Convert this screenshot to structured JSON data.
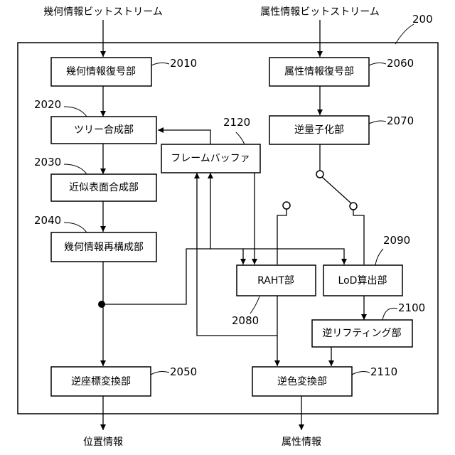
{
  "inputs": {
    "geometry_bitstream": "幾何情報ビットストリーム",
    "attribute_bitstream": "属性情報ビットストリーム"
  },
  "outputs": {
    "position_info": "位置情報",
    "attribute_info": "属性情報"
  },
  "device_ref": "200",
  "blocks": {
    "geometry_decoder": {
      "label": "幾何情報復号部",
      "ref": "2010"
    },
    "tree_synthesis": {
      "label": "ツリー合成部",
      "ref": "2020"
    },
    "approx_surface_synthesis": {
      "label": "近似表面合成部",
      "ref": "2030"
    },
    "geometry_reconstruction": {
      "label": "幾何情報再構成部",
      "ref": "2040"
    },
    "inverse_coord_transform": {
      "label": "逆座標変換部",
      "ref": "2050"
    },
    "attribute_decoder": {
      "label": "属性情報復号部",
      "ref": "2060"
    },
    "inverse_quantization": {
      "label": "逆量子化部",
      "ref": "2070"
    },
    "raht": {
      "label": "RAHT部",
      "ref": "2080"
    },
    "lod_calc": {
      "label": "LoD算出部",
      "ref": "2090"
    },
    "inverse_lifting": {
      "label": "逆リフティング部",
      "ref": "2100"
    },
    "inverse_color_transform": {
      "label": "逆色変換部",
      "ref": "2110"
    },
    "frame_buffer": {
      "label": "フレームバッファ",
      "ref": "2120"
    }
  }
}
